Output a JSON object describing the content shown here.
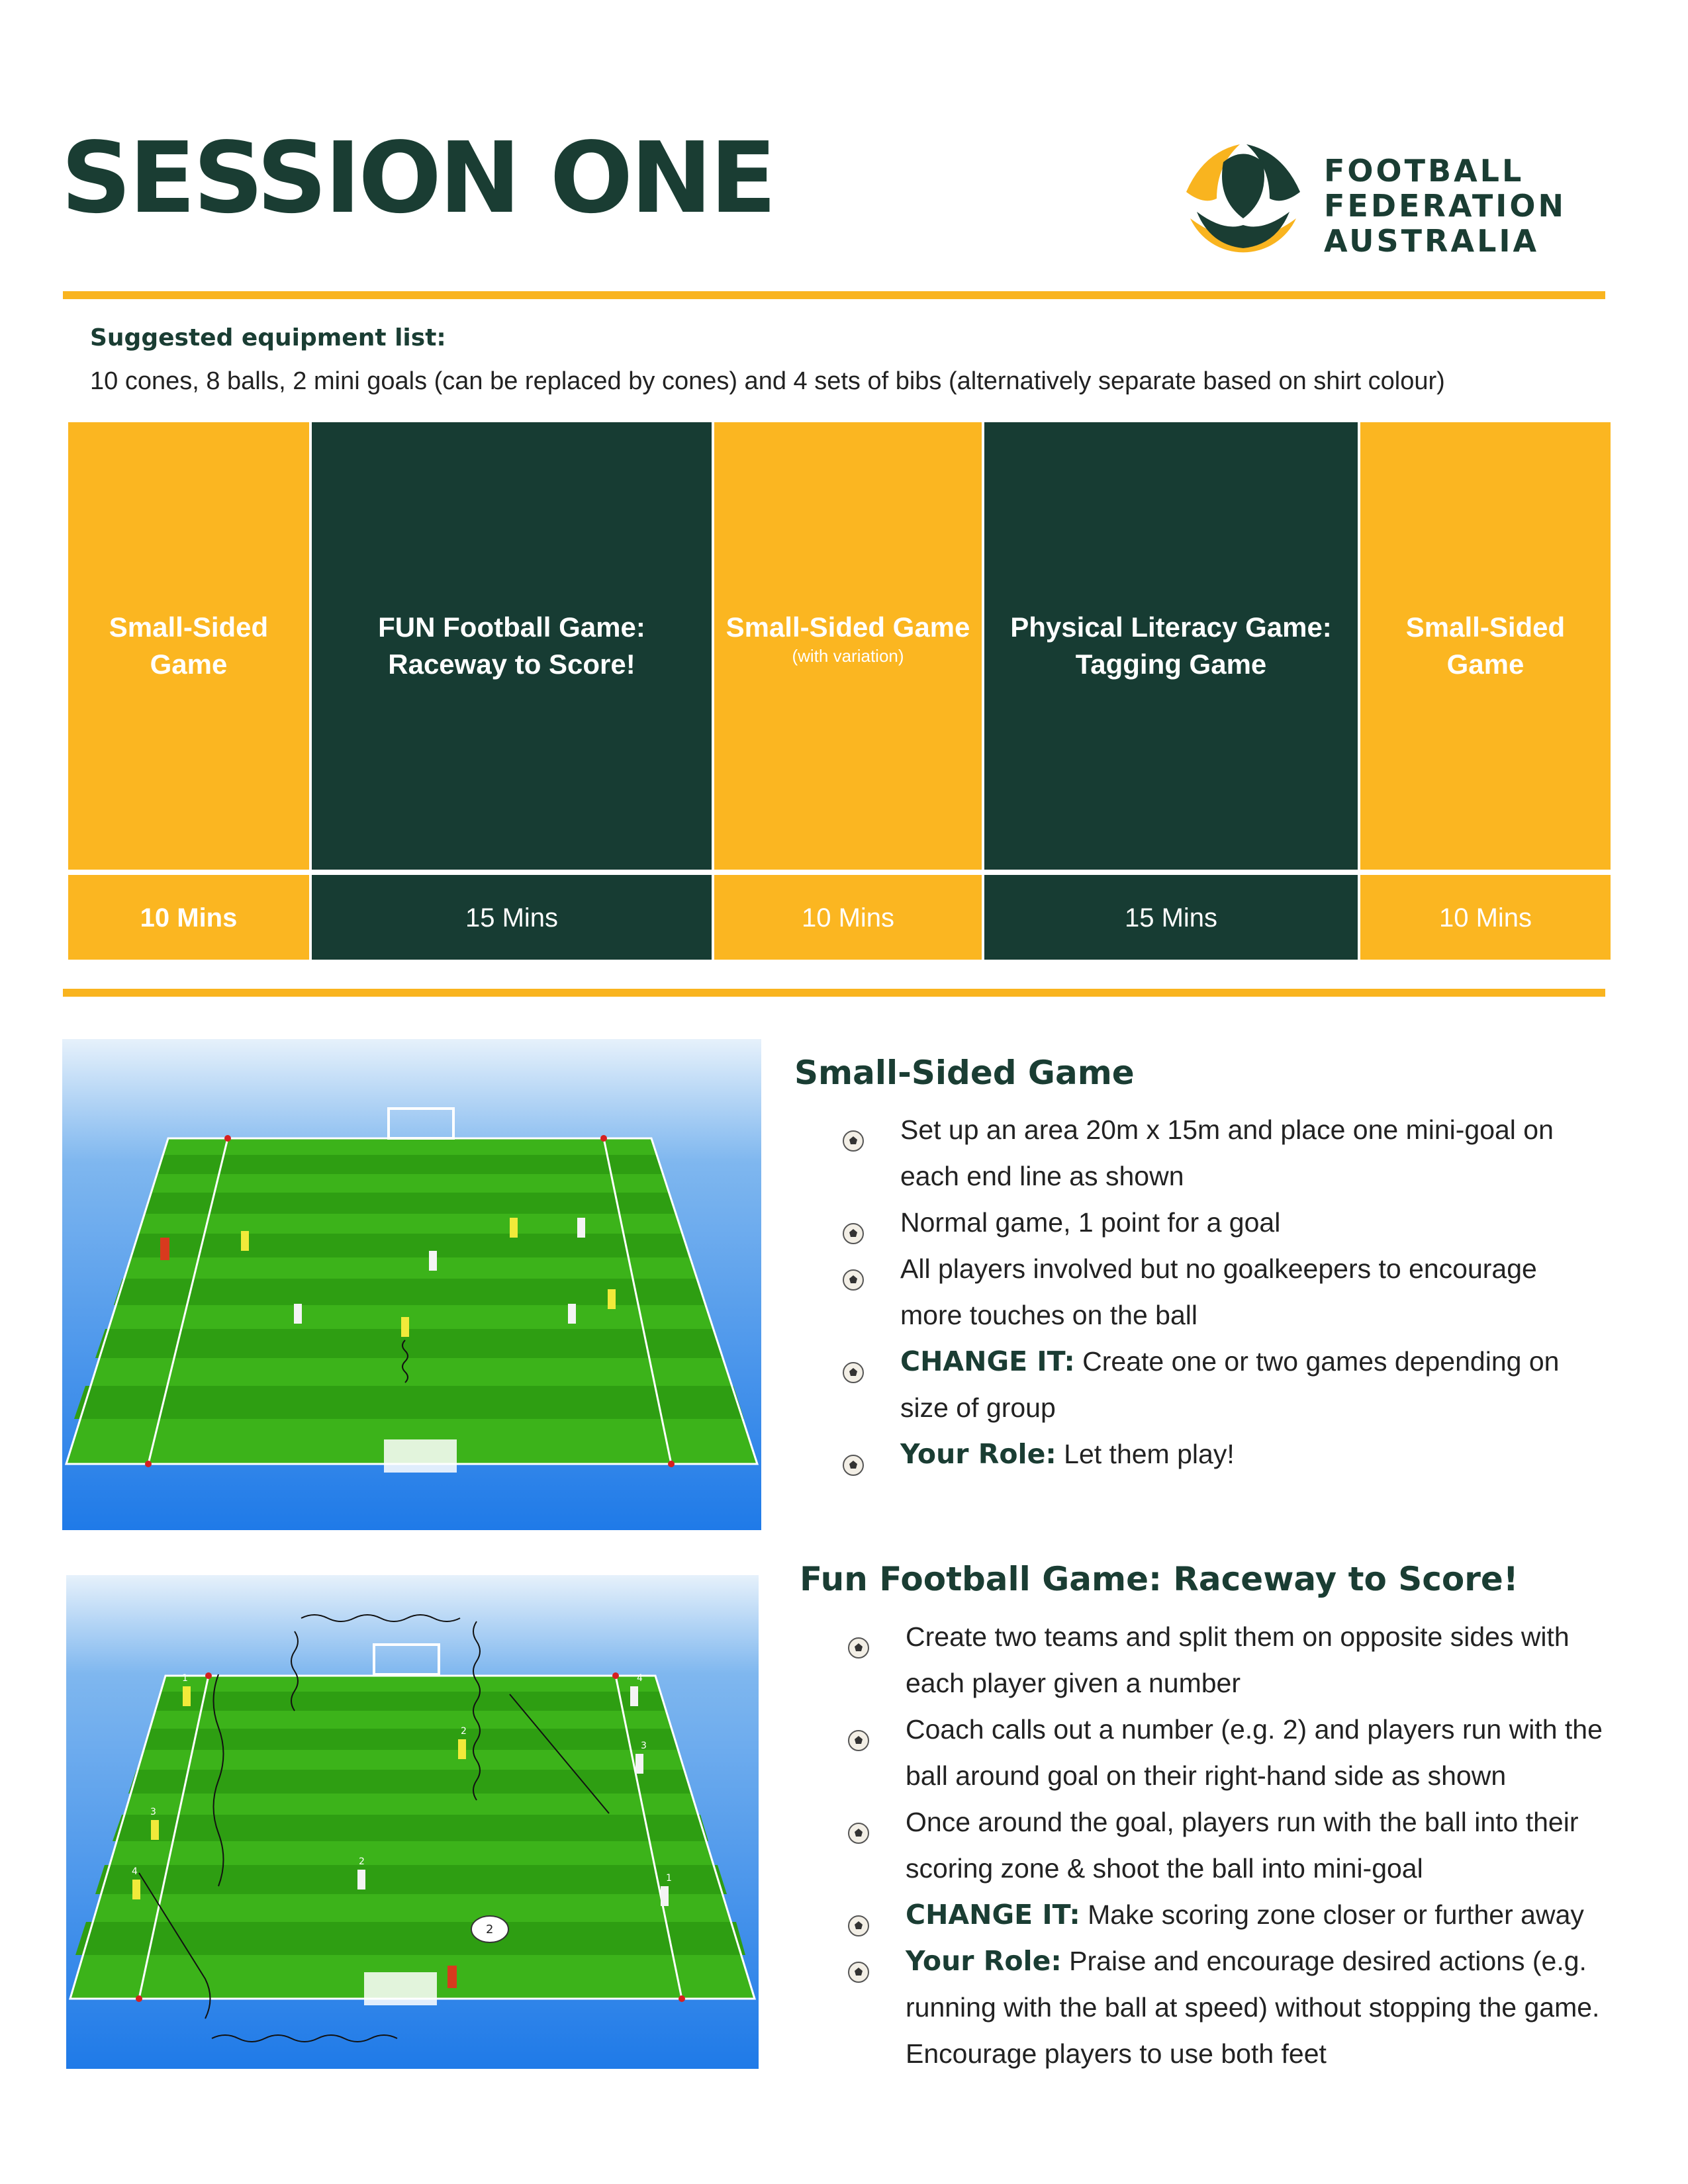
{
  "page_title": "SESSION ONE",
  "logo": {
    "lines": [
      "FOOTBALL",
      "FEDERATION",
      "AUSTRALIA"
    ],
    "colors": {
      "green": "#1a3d33",
      "gold": "#f9b41f"
    }
  },
  "equipment": {
    "heading": "Suggested equipment list:",
    "text": "10 cones, 8 balls, 2 mini goals (can be replaced by cones) and 4 sets of bibs (alternatively separate based on shirt colour)"
  },
  "schedule": [
    {
      "title_lines": [
        "Small-Sided",
        "Game"
      ],
      "subtitle": "",
      "duration": "10 Mins",
      "color": "#fbb621"
    },
    {
      "title_lines": [
        "FUN Football Game:",
        "Raceway to Score!"
      ],
      "subtitle": "",
      "duration": "15 Mins",
      "color": "#173c33"
    },
    {
      "title_lines": [
        "Small-Sided Game"
      ],
      "subtitle": "(with variation)",
      "duration": "10 Mins",
      "color": "#fbb621"
    },
    {
      "title_lines": [
        "Physical Literacy Game:",
        "Tagging Game"
      ],
      "subtitle": "",
      "duration": "15 Mins",
      "color": "#173c33"
    },
    {
      "title_lines": [
        "Small-Sided",
        "Game"
      ],
      "subtitle": "",
      "duration": "10 Mins",
      "color": "#fbb621"
    }
  ],
  "sections": [
    {
      "title": "Small-Sided Game",
      "bullets": [
        {
          "lead": "",
          "text": "Set up an area 20m x 15m and place one mini-goal on each end line as shown"
        },
        {
          "lead": "",
          "text": "Normal game, 1 point for a goal"
        },
        {
          "lead": "",
          "text": "All players involved but no goalkeepers to encourage more touches on the ball"
        },
        {
          "lead": "CHANGE IT:",
          "text": " Create one or two games depending on size of group"
        },
        {
          "lead": "Your Role:",
          "text": " Let them play!"
        }
      ]
    },
    {
      "title": "Fun Football Game: Raceway to Score!",
      "bullets": [
        {
          "lead": "",
          "text": "Create two teams and split them on opposite sides with each player given a number"
        },
        {
          "lead": "",
          "text": "Coach calls out a number (e.g. 2) and players run with the ball around goal on their right-hand side as shown"
        },
        {
          "lead": "",
          "text": "Once around the goal, players run with the ball into their scoring zone & shoot the ball into mini-goal"
        },
        {
          "lead": "CHANGE IT:",
          "text": " Make scoring zone closer or further away"
        },
        {
          "lead": "Your Role:",
          "text": " Praise and encourage desired actions (e.g. running with the ball at speed) without stopping the game. Encourage players to use both feet"
        }
      ]
    }
  ],
  "diagram2_labels": {
    "left_numbers": [
      "1",
      "3",
      "4"
    ],
    "right_numbers": [
      "4",
      "3",
      "1"
    ],
    "mid_numbers": [
      "2",
      "2"
    ],
    "coach_call": "2"
  }
}
